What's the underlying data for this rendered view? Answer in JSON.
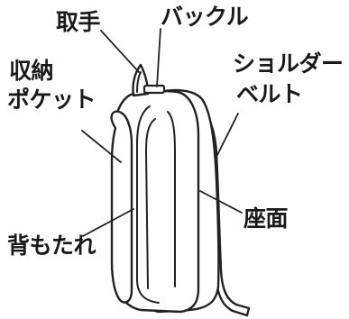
{
  "labels": {
    "handle": "取手",
    "buckle": "バックル",
    "pocket_line1": "収納",
    "pocket_line2": "ポケット",
    "strap_line1": "ショルダー",
    "strap_line2": "ベルト",
    "seat": "座面",
    "backrest": "背もたれ"
  }
}
